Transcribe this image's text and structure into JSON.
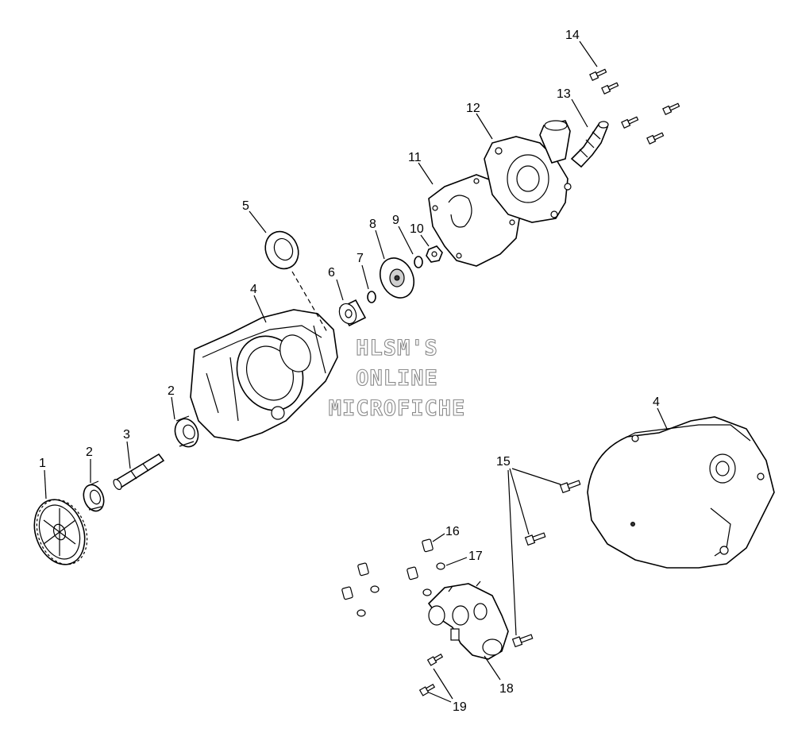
{
  "watermark": {
    "line1": "HLSM'S",
    "line2": "ONLINE",
    "line3": "MICROFICHE"
  },
  "callouts": [
    {
      "id": "1",
      "label": "1"
    },
    {
      "id": "2a",
      "label": "2"
    },
    {
      "id": "2b",
      "label": "2"
    },
    {
      "id": "3",
      "label": "3"
    },
    {
      "id": "4a",
      "label": "4"
    },
    {
      "id": "4b",
      "label": "4"
    },
    {
      "id": "5",
      "label": "5"
    },
    {
      "id": "6",
      "label": "6"
    },
    {
      "id": "7",
      "label": "7"
    },
    {
      "id": "8",
      "label": "8"
    },
    {
      "id": "9",
      "label": "9"
    },
    {
      "id": "10",
      "label": "10"
    },
    {
      "id": "11",
      "label": "11"
    },
    {
      "id": "12",
      "label": "12"
    },
    {
      "id": "13",
      "label": "13"
    },
    {
      "id": "14",
      "label": "14"
    },
    {
      "id": "15",
      "label": "15"
    },
    {
      "id": "16",
      "label": "16"
    },
    {
      "id": "17",
      "label": "17"
    },
    {
      "id": "18",
      "label": "18"
    },
    {
      "id": "19",
      "label": "19"
    }
  ]
}
